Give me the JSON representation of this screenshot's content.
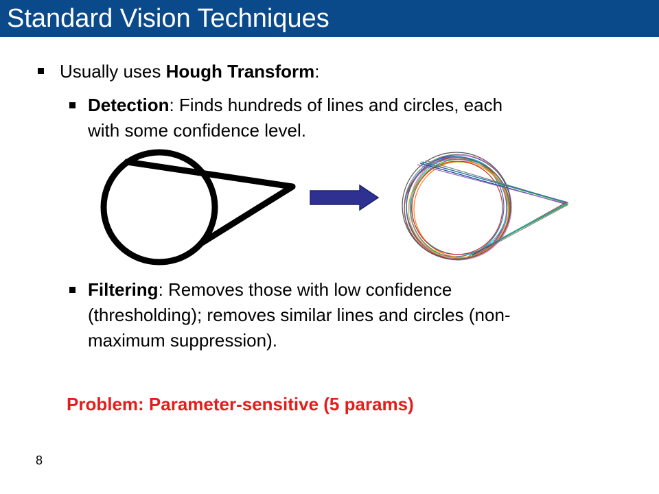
{
  "slide": {
    "title": "Standard Vision Techniques",
    "page_number": "8"
  },
  "bullets": {
    "main": {
      "prefix": "Usually uses ",
      "bold": "Hough Transform",
      "suffix": ":"
    },
    "detection": {
      "bold": "Detection",
      "line1": ": Finds hundreds of lines and circles, each",
      "line2": "with some confidence level."
    },
    "filtering": {
      "bold": "Filtering",
      "line1": ": Removes those with low confidence",
      "line2": "(thresholding); removes similar lines and circles (non-",
      "line3": "maximum suppression)."
    }
  },
  "problem": "Problem: Parameter-sensitive (5 params)",
  "colors": {
    "title_bar": "#0b4a8a",
    "problem_text": "#e51c1c",
    "arrow": "#2e3192"
  }
}
